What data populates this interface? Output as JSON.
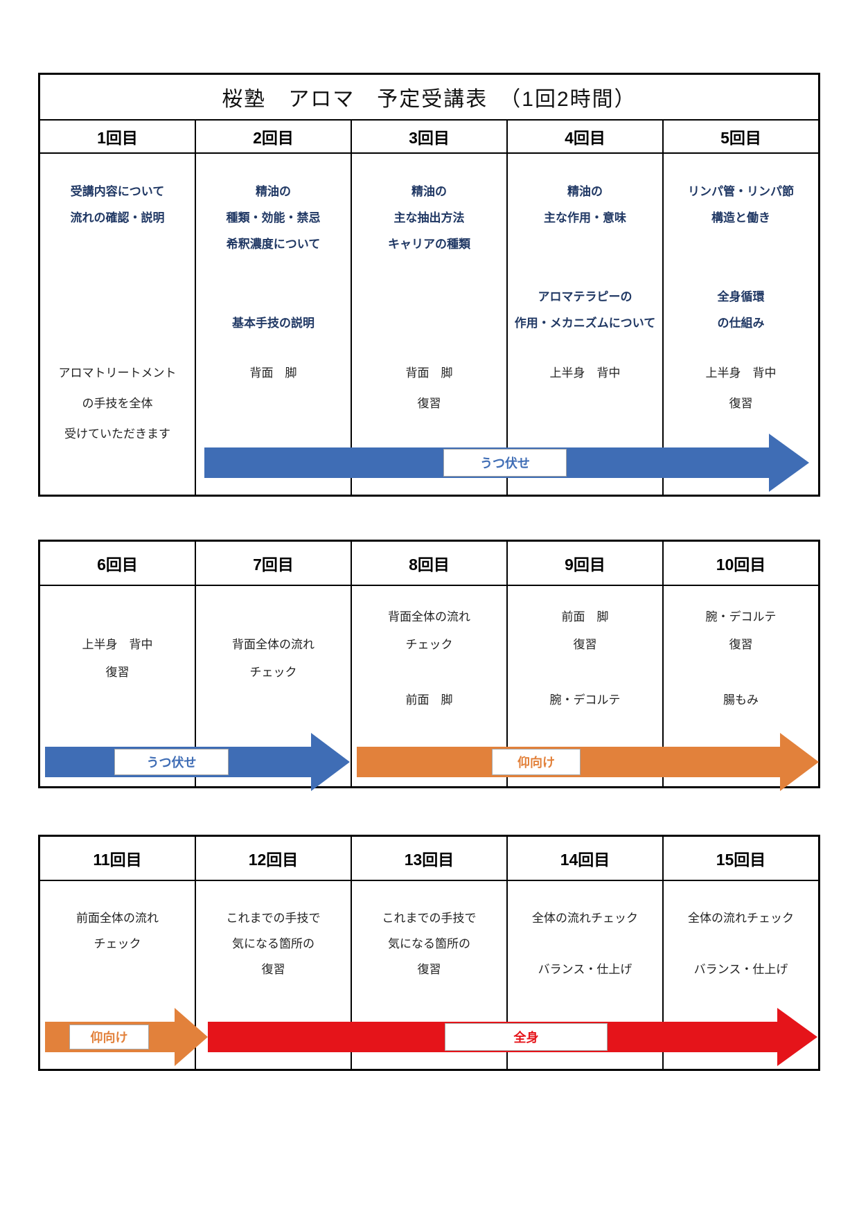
{
  "page_title": "桜塾　アロマ　予定受講表　（1回2時間）",
  "colors": {
    "navy": "#203864",
    "blue": "#3F6DB5",
    "orange": "#E2813B",
    "red": "#E5141A"
  },
  "tables": [
    {
      "headers": [
        "1回目",
        "2回目",
        "3回目",
        "4回目",
        "5回目"
      ],
      "cells": [
        {
          "topics": [
            "受講内容について",
            "流れの確認・説明"
          ],
          "parts": [
            "アロマトリートメント",
            "の手技を全体",
            "受けていただきます"
          ]
        },
        {
          "topics": [
            "精油の",
            "種類・効能・禁忌",
            "希釈濃度について",
            "",
            "",
            "基本手技の説明"
          ],
          "parts": [
            "背面　脚"
          ]
        },
        {
          "topics": [
            "精油の",
            "主な抽出方法",
            "キャリアの種類"
          ],
          "parts": [
            "背面　脚",
            "復習"
          ]
        },
        {
          "topics": [
            "精油の",
            "主な作用・意味",
            "",
            "",
            "アロマテラピーの",
            "作用・メカニズムについて"
          ],
          "parts": [
            "上半身　背中"
          ]
        },
        {
          "topics": [
            "リンパ管・リンパ節",
            "構造と働き",
            "",
            "",
            "全身循環",
            "の仕組み"
          ],
          "parts": [
            "上半身　背中",
            "復習"
          ]
        }
      ],
      "arrows": [
        {
          "label": "うつ伏せ",
          "color": "blue"
        }
      ]
    },
    {
      "headers": [
        "6回目",
        "7回目",
        "8回目",
        "9回目",
        "10回目"
      ],
      "cells": [
        {
          "lines": [
            "",
            "上半身　背中",
            "復習"
          ]
        },
        {
          "lines": [
            "",
            "背面全体の流れ",
            "チェック"
          ]
        },
        {
          "lines": [
            "背面全体の流れ",
            "チェック",
            "",
            "前面　脚"
          ]
        },
        {
          "lines": [
            "前面　脚",
            "復習",
            "",
            "腕・デコルテ"
          ]
        },
        {
          "lines": [
            "腕・デコルテ",
            "復習",
            "",
            "腸もみ"
          ]
        }
      ],
      "arrows": [
        {
          "label": "うつ伏せ",
          "color": "blue"
        },
        {
          "label": "仰向け",
          "color": "orange"
        }
      ]
    },
    {
      "headers": [
        "11回目",
        "12回目",
        "13回目",
        "14回目",
        "15回目"
      ],
      "cells": [
        {
          "lines": [
            "前面全体の流れ",
            "チェック"
          ]
        },
        {
          "lines": [
            "これまでの手技で",
            "気になる箇所の",
            "復習"
          ]
        },
        {
          "lines": [
            "これまでの手技で",
            "気になる箇所の",
            "復習"
          ]
        },
        {
          "lines": [
            "全体の流れチェック",
            "",
            "バランス・仕上げ"
          ]
        },
        {
          "lines": [
            "全体の流れチェック",
            "",
            "バランス・仕上げ"
          ]
        }
      ],
      "arrows": [
        {
          "label": "仰向け",
          "color": "orange"
        },
        {
          "label": "全身",
          "color": "red"
        }
      ]
    }
  ]
}
